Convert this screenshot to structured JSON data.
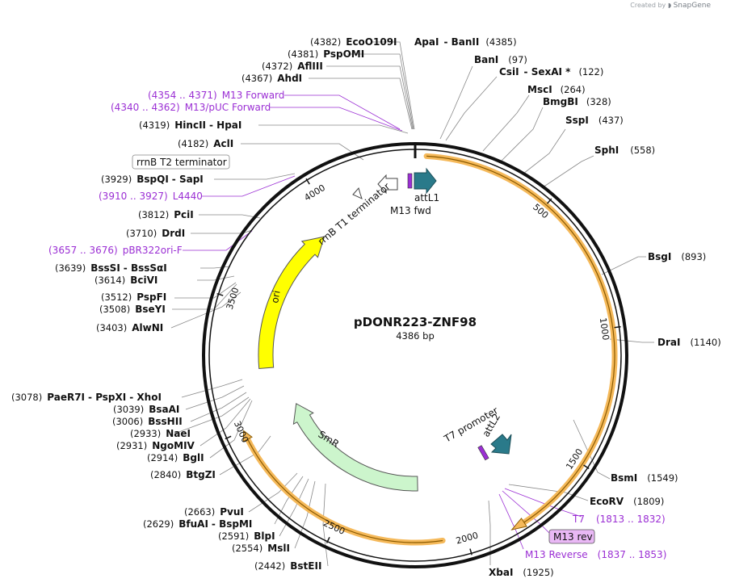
{
  "credit": {
    "prefix": "Created by",
    "brand": "SnapGene"
  },
  "plasmid": {
    "name": "pDONR223-ZNF98",
    "length_label": "4386 bp",
    "length": 4386
  },
  "colors": {
    "primer": "#9b2fd4",
    "ori": "#ffff00",
    "smr": "#ccf5cc",
    "att": "#2a7a8a",
    "orf_highlight": "#f5b95a",
    "backbone": "#111111"
  },
  "ticks": [
    {
      "bp": 500,
      "label": "500"
    },
    {
      "bp": 1000,
      "label": "1000"
    },
    {
      "bp": 1500,
      "label": "1500"
    },
    {
      "bp": 2000,
      "label": "2000"
    },
    {
      "bp": 2500,
      "label": "2500"
    },
    {
      "bp": 3000,
      "label": "3000"
    },
    {
      "bp": 3500,
      "label": "3500"
    },
    {
      "bp": 4000,
      "label": "4000"
    }
  ],
  "features": [
    {
      "name": "ori",
      "type": "rep_origin"
    },
    {
      "name": "SmR",
      "type": "CDS"
    },
    {
      "name": "rrnB T1 terminator",
      "type": "terminator"
    },
    {
      "name": "rrnB T2 terminator",
      "type": "terminator"
    },
    {
      "name": "attL1",
      "type": "att"
    },
    {
      "name": "attL2",
      "type": "att"
    },
    {
      "name": "M13 fwd",
      "type": "primer_bind"
    },
    {
      "name": "T7 promoter",
      "type": "promoter"
    },
    {
      "name": "M13 rev",
      "type": "primer_bind"
    }
  ],
  "sites": [
    {
      "kind": "enzyme",
      "name": "EcoO109I",
      "pos": "(4382)"
    },
    {
      "kind": "enzyme",
      "name": "PspOMI",
      "pos": "(4381)"
    },
    {
      "kind": "enzyme",
      "name": "AflIII",
      "pos": "(4372)"
    },
    {
      "kind": "enzyme",
      "name": "AhdI",
      "pos": "(4367)"
    },
    {
      "kind": "primer",
      "name": "M13 Forward",
      "pos": "(4354 .. 4371)"
    },
    {
      "kind": "primer",
      "name": "M13/pUC Forward",
      "pos": "(4340 .. 4362)"
    },
    {
      "kind": "enzyme",
      "name": "HincII",
      "name2": "HpaI",
      "pos": "(4319)"
    },
    {
      "kind": "enzyme",
      "name": "AclI",
      "pos": "(4182)"
    },
    {
      "kind": "enzyme",
      "name": "BspQI",
      "name2": "SapI",
      "pos": "(3929)"
    },
    {
      "kind": "primer",
      "name": "L4440",
      "pos": "(3910 .. 3927)"
    },
    {
      "kind": "enzyme",
      "name": "PciI",
      "pos": "(3812)"
    },
    {
      "kind": "enzyme",
      "name": "DrdI",
      "pos": "(3710)"
    },
    {
      "kind": "primer",
      "name": "pBR322ori-F",
      "pos": "(3657 .. 3676)"
    },
    {
      "kind": "enzyme",
      "name": "BssSI",
      "name2": "BssSαI",
      "pos": "(3639)"
    },
    {
      "kind": "enzyme",
      "name": "BciVI",
      "pos": "(3614)"
    },
    {
      "kind": "enzyme",
      "name": "PspFI",
      "pos": "(3512)"
    },
    {
      "kind": "enzyme",
      "name": "BseYI",
      "pos": "(3508)"
    },
    {
      "kind": "enzyme",
      "name": "AlwNI",
      "pos": "(3403)"
    },
    {
      "kind": "enzyme",
      "name": "PaeR7I",
      "name2": "PspXI",
      "name3": "XhoI",
      "pos": "(3078)"
    },
    {
      "kind": "enzyme",
      "name": "BsaAI",
      "pos": "(3039)"
    },
    {
      "kind": "enzyme",
      "name": "BssHII",
      "pos": "(3006)"
    },
    {
      "kind": "enzyme",
      "name": "NaeI",
      "pos": "(2933)"
    },
    {
      "kind": "enzyme",
      "name": "NgoMIV",
      "pos": "(2931)"
    },
    {
      "kind": "enzyme",
      "name": "BglI",
      "pos": "(2914)"
    },
    {
      "kind": "enzyme",
      "name": "BtgZI",
      "pos": "(2840)"
    },
    {
      "kind": "enzyme",
      "name": "PvuI",
      "pos": "(2663)"
    },
    {
      "kind": "enzyme",
      "name": "BfuAI",
      "name2": "BspMI",
      "pos": "(2629)"
    },
    {
      "kind": "enzyme",
      "name": "BlpI",
      "pos": "(2591)"
    },
    {
      "kind": "enzyme",
      "name": "MslI",
      "pos": "(2554)"
    },
    {
      "kind": "enzyme",
      "name": "BstEII",
      "pos": "(2442)"
    },
    {
      "kind": "enzyme",
      "name": "ApaI",
      "name2": "BanII",
      "pos": "(4385)"
    },
    {
      "kind": "enzyme",
      "name": "BanI",
      "pos": "(97)"
    },
    {
      "kind": "enzyme",
      "name": "CsiI",
      "name2": "SexAI *",
      "pos": "(122)"
    },
    {
      "kind": "enzyme",
      "name": "MscI",
      "pos": "(264)"
    },
    {
      "kind": "enzyme",
      "name": "BmgBI",
      "pos": "(328)"
    },
    {
      "kind": "enzyme",
      "name": "SspI",
      "pos": "(437)"
    },
    {
      "kind": "enzyme",
      "name": "SphI",
      "pos": "(558)"
    },
    {
      "kind": "enzyme",
      "name": "BsgI",
      "pos": "(893)"
    },
    {
      "kind": "enzyme",
      "name": "DraI",
      "pos": "(1140)"
    },
    {
      "kind": "enzyme",
      "name": "BsmI",
      "pos": "(1549)"
    },
    {
      "kind": "enzyme",
      "name": "EcoRV",
      "pos": "(1809)"
    },
    {
      "kind": "primer",
      "name": "T7",
      "pos": "(1813 .. 1832)"
    },
    {
      "kind": "primer_box",
      "name": "M13 rev"
    },
    {
      "kind": "primer",
      "name": "M13 Reverse",
      "pos": "(1837 .. 1853)"
    },
    {
      "kind": "enzyme",
      "name": "XbaI",
      "pos": "(1925)"
    }
  ]
}
